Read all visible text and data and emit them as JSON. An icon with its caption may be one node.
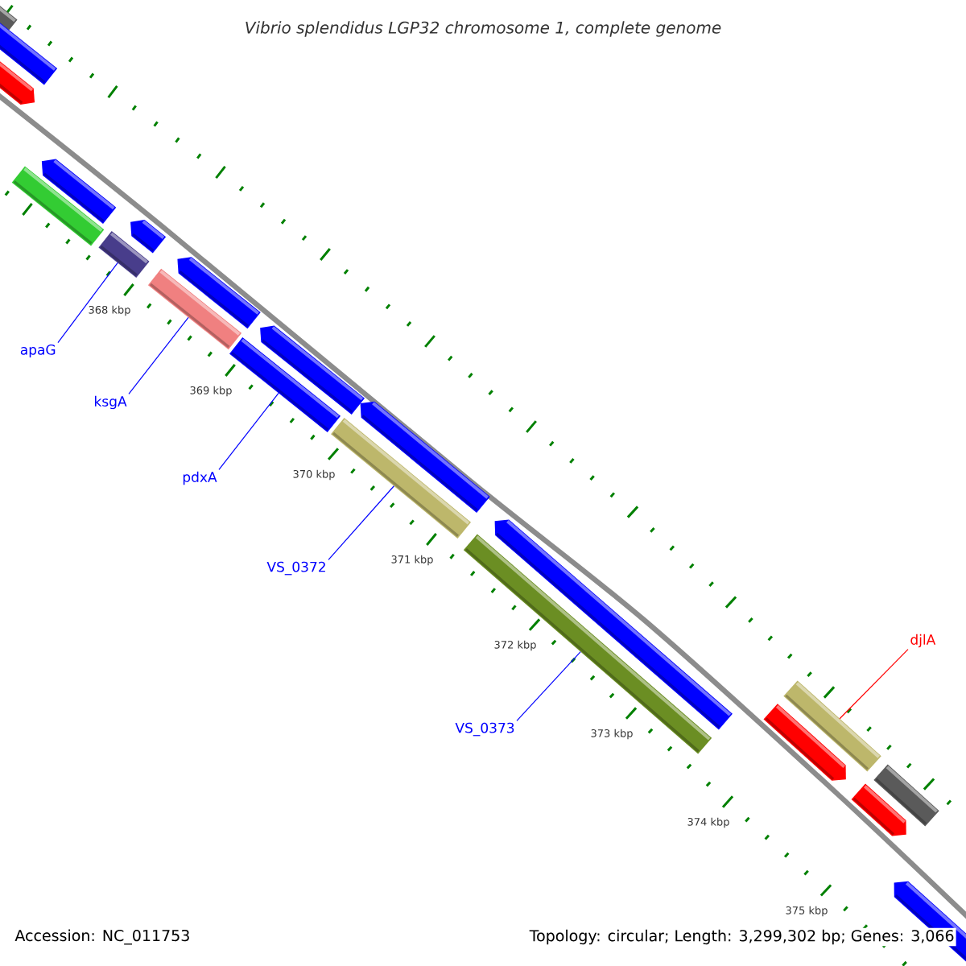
{
  "diagram": {
    "title": "Vibrio splendidus LGP32 chromosome 1, complete genome",
    "nodes": [
      {
        "text": [
          "apaG"
        ]
      },
      {
        "text": [
          "ksgA"
        ]
      },
      {
        "text": [
          "pdxA"
        ]
      },
      {
        "text": [
          "VS_0372"
        ]
      },
      {
        "text": [
          "djlA"
        ]
      },
      {
        "text": [
          "VS_0373"
        ]
      },
      {
        "text": [],
        "shape": "bar"
      },
      {
        "text": [],
        "shape": "bar"
      },
      {
        "text": [],
        "shape": "arrow"
      },
      {
        "text": [],
        "shape": "arrow"
      },
      {
        "text": [],
        "shape": "bar"
      },
      {
        "text": [],
        "shape": "arrow"
      },
      {
        "text": [],
        "shape": "bar"
      },
      {
        "text": [],
        "shape": "arrow"
      },
      {
        "text": [],
        "shape": "bar"
      },
      {
        "text": [],
        "shape": "arrow"
      },
      {
        "text": [],
        "shape": "bar"
      },
      {
        "text": [],
        "shape": "arrow"
      },
      {
        "text": [],
        "shape": "bar"
      },
      {
        "text": [],
        "shape": "arrow"
      },
      {
        "text": [],
        "shape": "bar"
      },
      {
        "text": [],
        "shape": "bar"
      },
      {
        "text": [],
        "shape": "arrow"
      },
      {
        "text": [],
        "shape": "bar"
      },
      {
        "text": [],
        "shape": "arrow"
      },
      {
        "text": [],
        "shape": "arrow"
      }
    ],
    "edges": [
      {
        "from": 0,
        "to": 12,
        "arrow": "none"
      },
      {
        "from": 1,
        "to": 14,
        "arrow": "none"
      },
      {
        "from": 2,
        "to": 16,
        "arrow": "none"
      },
      {
        "from": 3,
        "to": 18,
        "arrow": "none"
      },
      {
        "from": 4,
        "to": 21,
        "arrow": "none",
        "color": "#ff0000"
      },
      {
        "from": 5,
        "to": 20,
        "arrow": "none"
      }
    ],
    "labels": [
      "368 kbp",
      "369 kbp",
      "370 kbp",
      "371 kbp",
      "372 kbp",
      "373 kbp",
      "374 kbp",
      "375 kbp",
      "Accession: NC_011753",
      "Topology: circular; Length: 3,299,302 bp; Genes: 3,066"
    ]
  }
}
